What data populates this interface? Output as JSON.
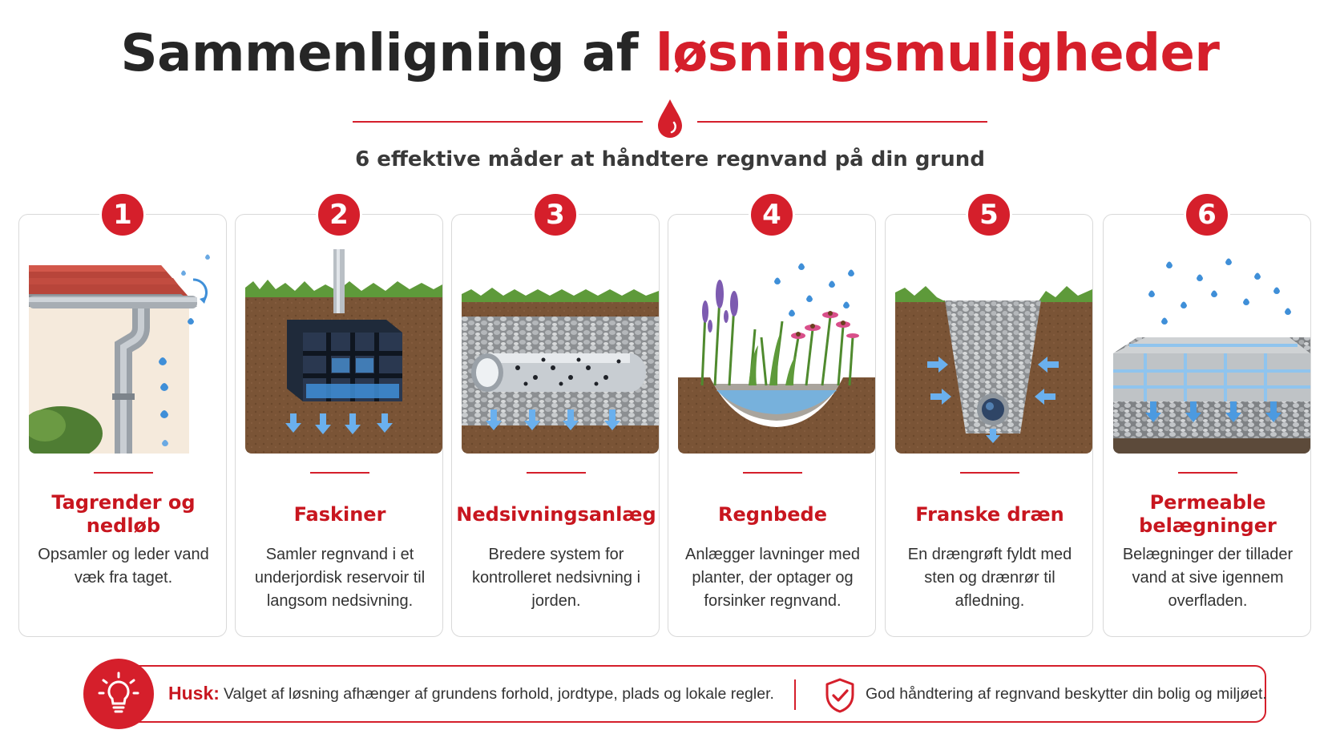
{
  "header": {
    "title_part1": "Sammenligning af",
    "title_part2": "løsningsmuligheder",
    "subtitle": "6 effektive måder at håndtere regnvand på din grund"
  },
  "colors": {
    "accent_red": "#d51f2b",
    "title_dark": "#262626",
    "water_blue": "#3f8fd8",
    "soil_brown": "#7a5436",
    "grass_green": "#5e9a3a"
  },
  "cards": [
    {
      "number": "1",
      "title": "Tagrender og nedløb",
      "description": "Opsamler og leder vand væk fra taget.",
      "icon": "gutter-downpipe-illustration"
    },
    {
      "number": "2",
      "title": "Faskiner",
      "description": "Samler regnvand i et underjordisk reservoir til langsom nedsivning.",
      "icon": "soakaway-crate-illustration"
    },
    {
      "number": "3",
      "title": "Nedsivningsanlæg",
      "description": "Bredere system for kontrolleret nedsivning i jorden.",
      "icon": "infiltration-pipe-illustration"
    },
    {
      "number": "4",
      "title": "Regnbede",
      "description": "Anlægger lavninger med planter, der optager og forsinker regnvand.",
      "icon": "rain-garden-illustration"
    },
    {
      "number": "5",
      "title": "Franske dræn",
      "description": "En drængrøft fyldt med sten og drænrør til afledning.",
      "icon": "french-drain-illustration"
    },
    {
      "number": "6",
      "title": "Permeable belægninger",
      "description": "Belægninger der tillader vand at sive igennem overfladen.",
      "icon": "permeable-paving-illustration"
    }
  ],
  "footer": {
    "label": "Husk:",
    "text": "Valget af løsning afhænger af grundens forhold, jordtype, plads og lokale regler.",
    "right_text": "God håndtering af regnvand beskytter din bolig og miljøet.",
    "left_icon": "lightbulb-icon",
    "right_icon": "shield-check-icon"
  }
}
